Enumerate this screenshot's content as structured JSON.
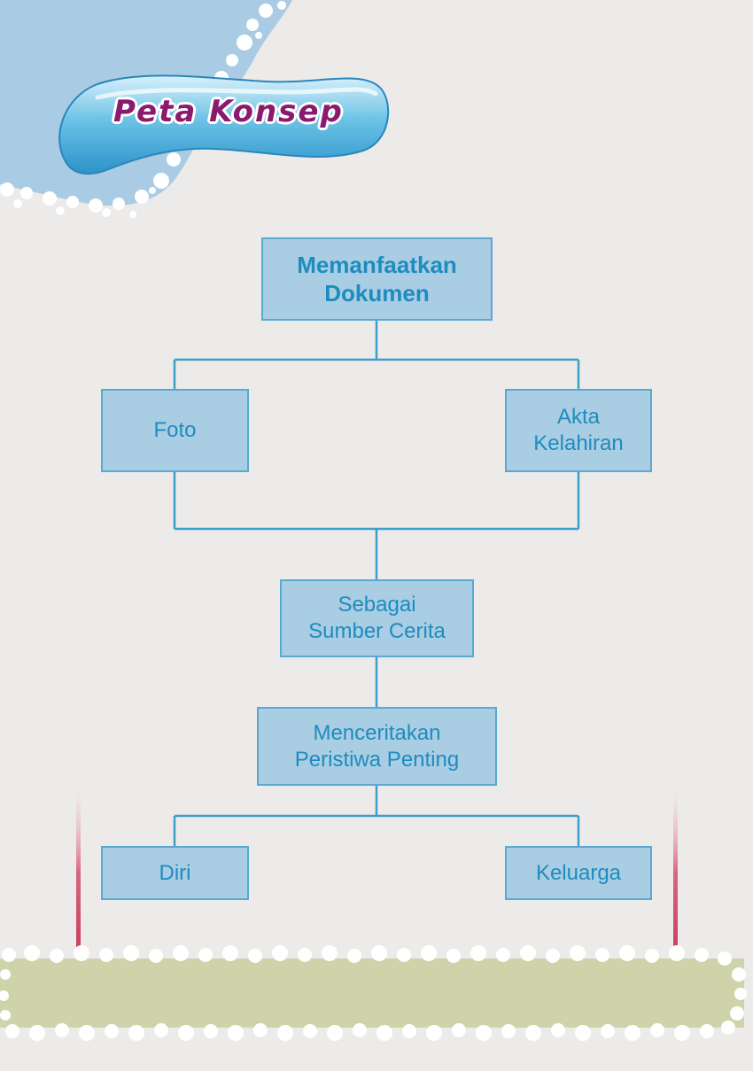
{
  "banner": {
    "title": "Peta Konsep"
  },
  "diagram": {
    "nodes": {
      "root": "Memanfaatkan\nDokumen",
      "foto": "Foto",
      "akta": "Akta\nKelahiran",
      "sumber": "Sebagai\nSumber Cerita",
      "menceritakan": "Menceritakan\nPeristiwa Penting",
      "diri": "Diri",
      "keluarga": "Keluarga"
    }
  },
  "colors": {
    "box_fill": "#a9cde3",
    "box_border": "#5aa9cf",
    "text": "#1e8cbf",
    "connector": "#3e9dc9",
    "corner_blob": "#a9cbe4",
    "footer_strip": "#cfd3aa",
    "banner_text": "#8a1a6d"
  }
}
